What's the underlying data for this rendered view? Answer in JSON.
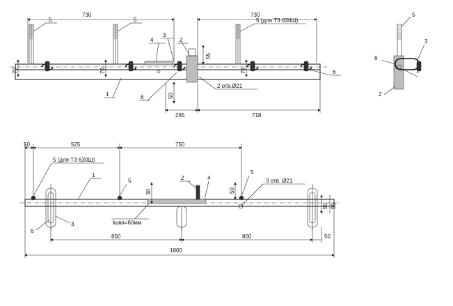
{
  "top_view": {
    "dim_left_730": "730",
    "dim_right_730": "730",
    "dim_55": "55",
    "dim_70_a": "70",
    "dim_70_b": "70",
    "dim_70_c": "70",
    "dim_50": "50",
    "dim_265": "265",
    "dim_718": "718",
    "holes_label": "2 отв.Ø21",
    "callout_5a": "5",
    "callout_5b": "5",
    "callout_5c": "5 (для ТЗ 630Ш)",
    "callout_4": "4",
    "callout_3": "3",
    "callout_2": "2",
    "callout_1": "1",
    "callout_6a": "6",
    "callout_6b": "6"
  },
  "side_view": {
    "callout_5": "5",
    "callout_6": "6",
    "callout_3": "3",
    "callout_1": "1",
    "callout_2": "2"
  },
  "bottom_view": {
    "dim_50_left": "50",
    "dim_525": "525",
    "dim_750": "750",
    "callout_5_label": "5 (для ТЗ 630Ш)",
    "callout_1": "1",
    "callout_5a": "5",
    "callout_2": "2",
    "callout_4": "4",
    "callout_5b": "5",
    "holes_label": "3 отв. Ø21",
    "dim_30": "30",
    "dim_50_mid": "50",
    "dim_50_r1": "50",
    "dim_50_r2": "50",
    "callout_6": "6",
    "callout_3": "3",
    "weld_label": "lшва=60мм",
    "dim_800_a": "800",
    "dim_800_b": "800",
    "dim_50_right": "50",
    "dim_1800": "1800"
  }
}
